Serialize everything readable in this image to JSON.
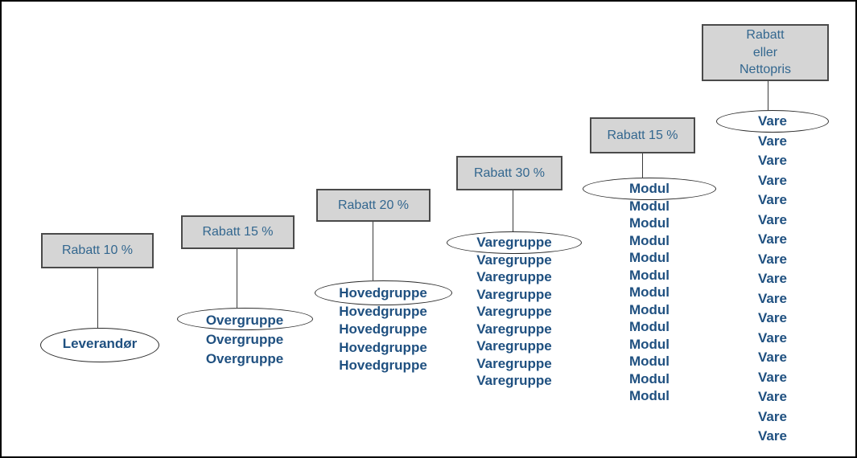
{
  "diagram": {
    "type": "discount-hierarchy",
    "columns": [
      {
        "id": "leverandor",
        "box_label": "Rabatt 10 %",
        "item_label": "Leverandør",
        "item_count": 1
      },
      {
        "id": "overgruppe",
        "box_label": "Rabatt 15 %",
        "item_label": "Overgruppe",
        "item_count": 3
      },
      {
        "id": "hovedgruppe",
        "box_label": "Rabatt 20 %",
        "item_label": "Hovedgruppe",
        "item_count": 5
      },
      {
        "id": "varegruppe",
        "box_label": "Rabatt 30 %",
        "item_label": "Varegruppe",
        "item_count": 9
      },
      {
        "id": "modul",
        "box_label": "Rabatt 15 %",
        "item_label": "Modul",
        "item_count": 13
      },
      {
        "id": "vare",
        "box_label": "Rabatt\neller\nNettopris",
        "item_label": "Vare",
        "item_count": 17
      }
    ],
    "colors": {
      "background": "#ffffff",
      "frame_border": "#000000",
      "box_fill": "#d5d5d5",
      "box_border": "#4a4a4a",
      "box_text": "#33678f",
      "item_text": "#1f5080",
      "ellipse_border": "#2b2b2b",
      "line_color": "#3a3a3a"
    }
  }
}
